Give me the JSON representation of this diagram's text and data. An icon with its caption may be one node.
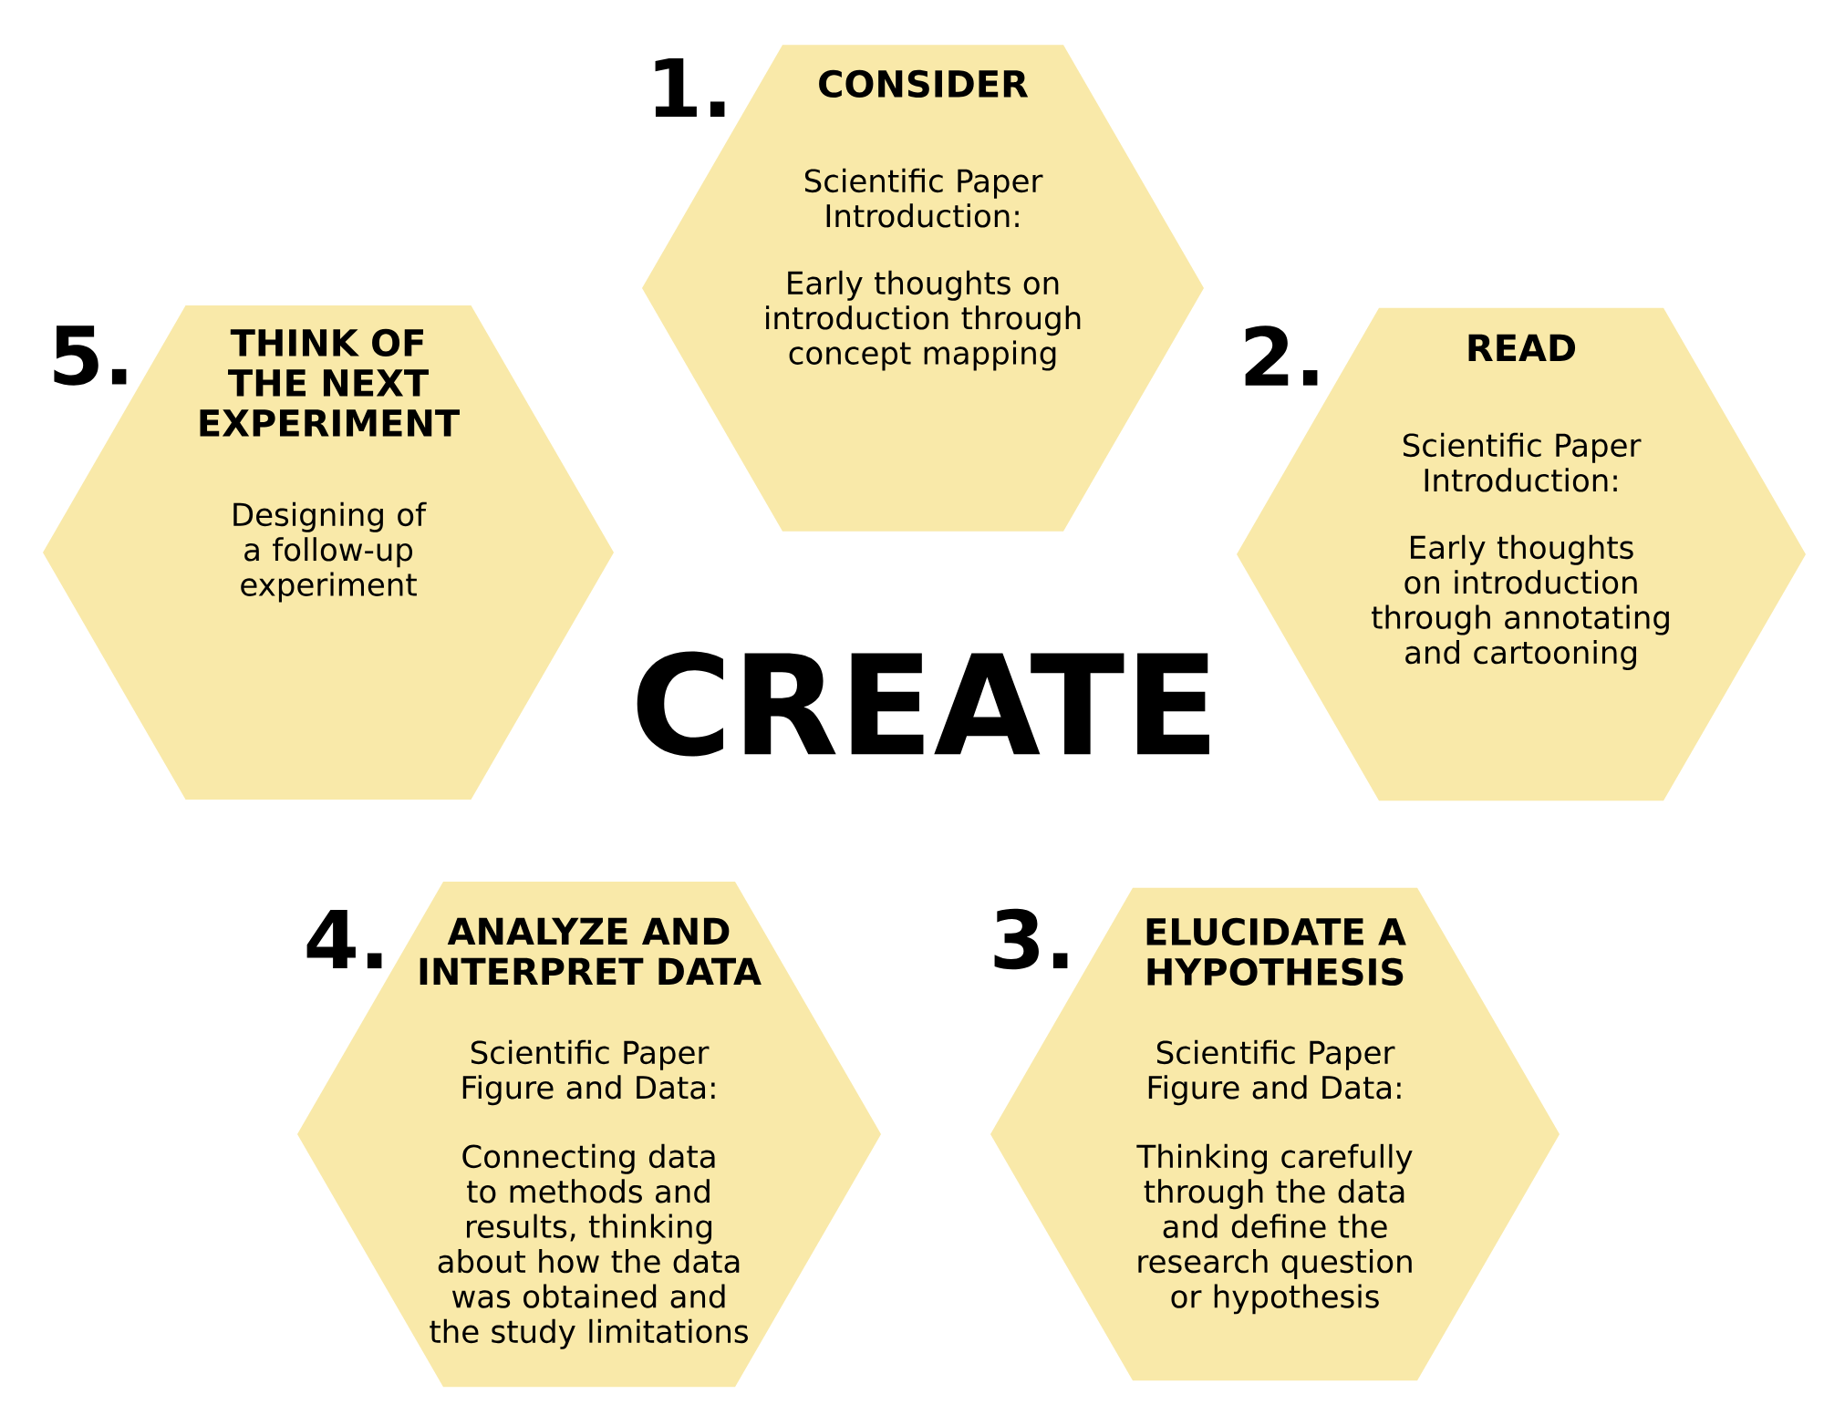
{
  "diagram": {
    "nodes": [
      {
        "text": [
          "CONSIDER",
          "Scientific Paper Introduction:",
          "Early thoughts on introduction through concept mapping"
        ],
        "beside": [
          "1."
        ]
      },
      {
        "text": [
          "READ",
          "Scientific Paper Introduction:",
          "Early thoughts on introduction through annotating and cartooning"
        ],
        "beside": [
          "2."
        ]
      },
      {
        "text": [
          "ELUCIDATE A HYPOTHESIS",
          "Scientific Paper Figure and Data:",
          "Thinking carefully through the data and define the research question or hypothesis"
        ],
        "beside": [
          "3."
        ]
      },
      {
        "text": [
          "ANALYZE AND INTERPRET DATA",
          "Scientific Paper Figure and Data:",
          "Connecting data to methods and results, thinking about how the data was obtained and the study limitations"
        ],
        "beside": [
          "4."
        ]
      },
      {
        "text": [
          "THINK OF THE NEXT EXPERIMENT",
          "Designing of a follow-up experiment"
        ],
        "beside": [
          "5."
        ]
      }
    ],
    "labels": [
      "CREATE"
    ]
  }
}
